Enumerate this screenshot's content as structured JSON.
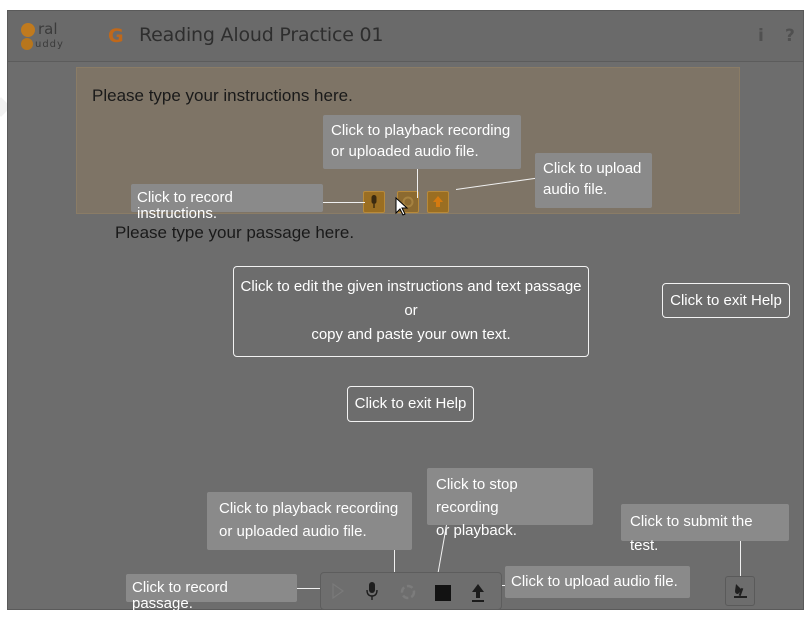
{
  "header": {
    "logo_top": "ral",
    "logo_bottom": "uddy",
    "app_icon": "G",
    "title": "Reading Aloud Practice 01",
    "info_icon": "i",
    "help_icon": "?"
  },
  "content": {
    "instructions_placeholder": "Please type your instructions here.",
    "passage_placeholder": "Please type your passage here."
  },
  "help_tips": {
    "record_instructions": "Click to record instructions.",
    "playback_instructions_line1": "Click to playback recording",
    "playback_instructions_line2": "or uploaded audio file.",
    "upload_instructions_line1": "Click to upload",
    "upload_instructions_line2": "audio file.",
    "edit_line1": "Click to edit the given instructions and text passage",
    "edit_line2": "or",
    "edit_line3": "copy and paste your own text.",
    "exit_help_right": "Click to exit Help",
    "exit_help_center": "Click to exit Help",
    "playback_passage_line1": "Click to playback recording",
    "playback_passage_line2": "or uploaded audio file.",
    "stop_line1": "Click to stop recording",
    "stop_line2": "or playback.",
    "submit": "Click to submit the test.",
    "record_passage": "Click to record passage.",
    "upload_passage": "Click to upload audio file."
  },
  "colors": {
    "accent": "#c0681a",
    "overlay": "#6d6d6d",
    "tooltip": "#8a8a8a"
  },
  "icons": [
    "logo",
    "g-app-icon",
    "info-icon",
    "help-icon",
    "microphone-icon",
    "playback-icon",
    "upload-icon",
    "stop-icon",
    "submit-icon",
    "cursor-icon"
  ]
}
